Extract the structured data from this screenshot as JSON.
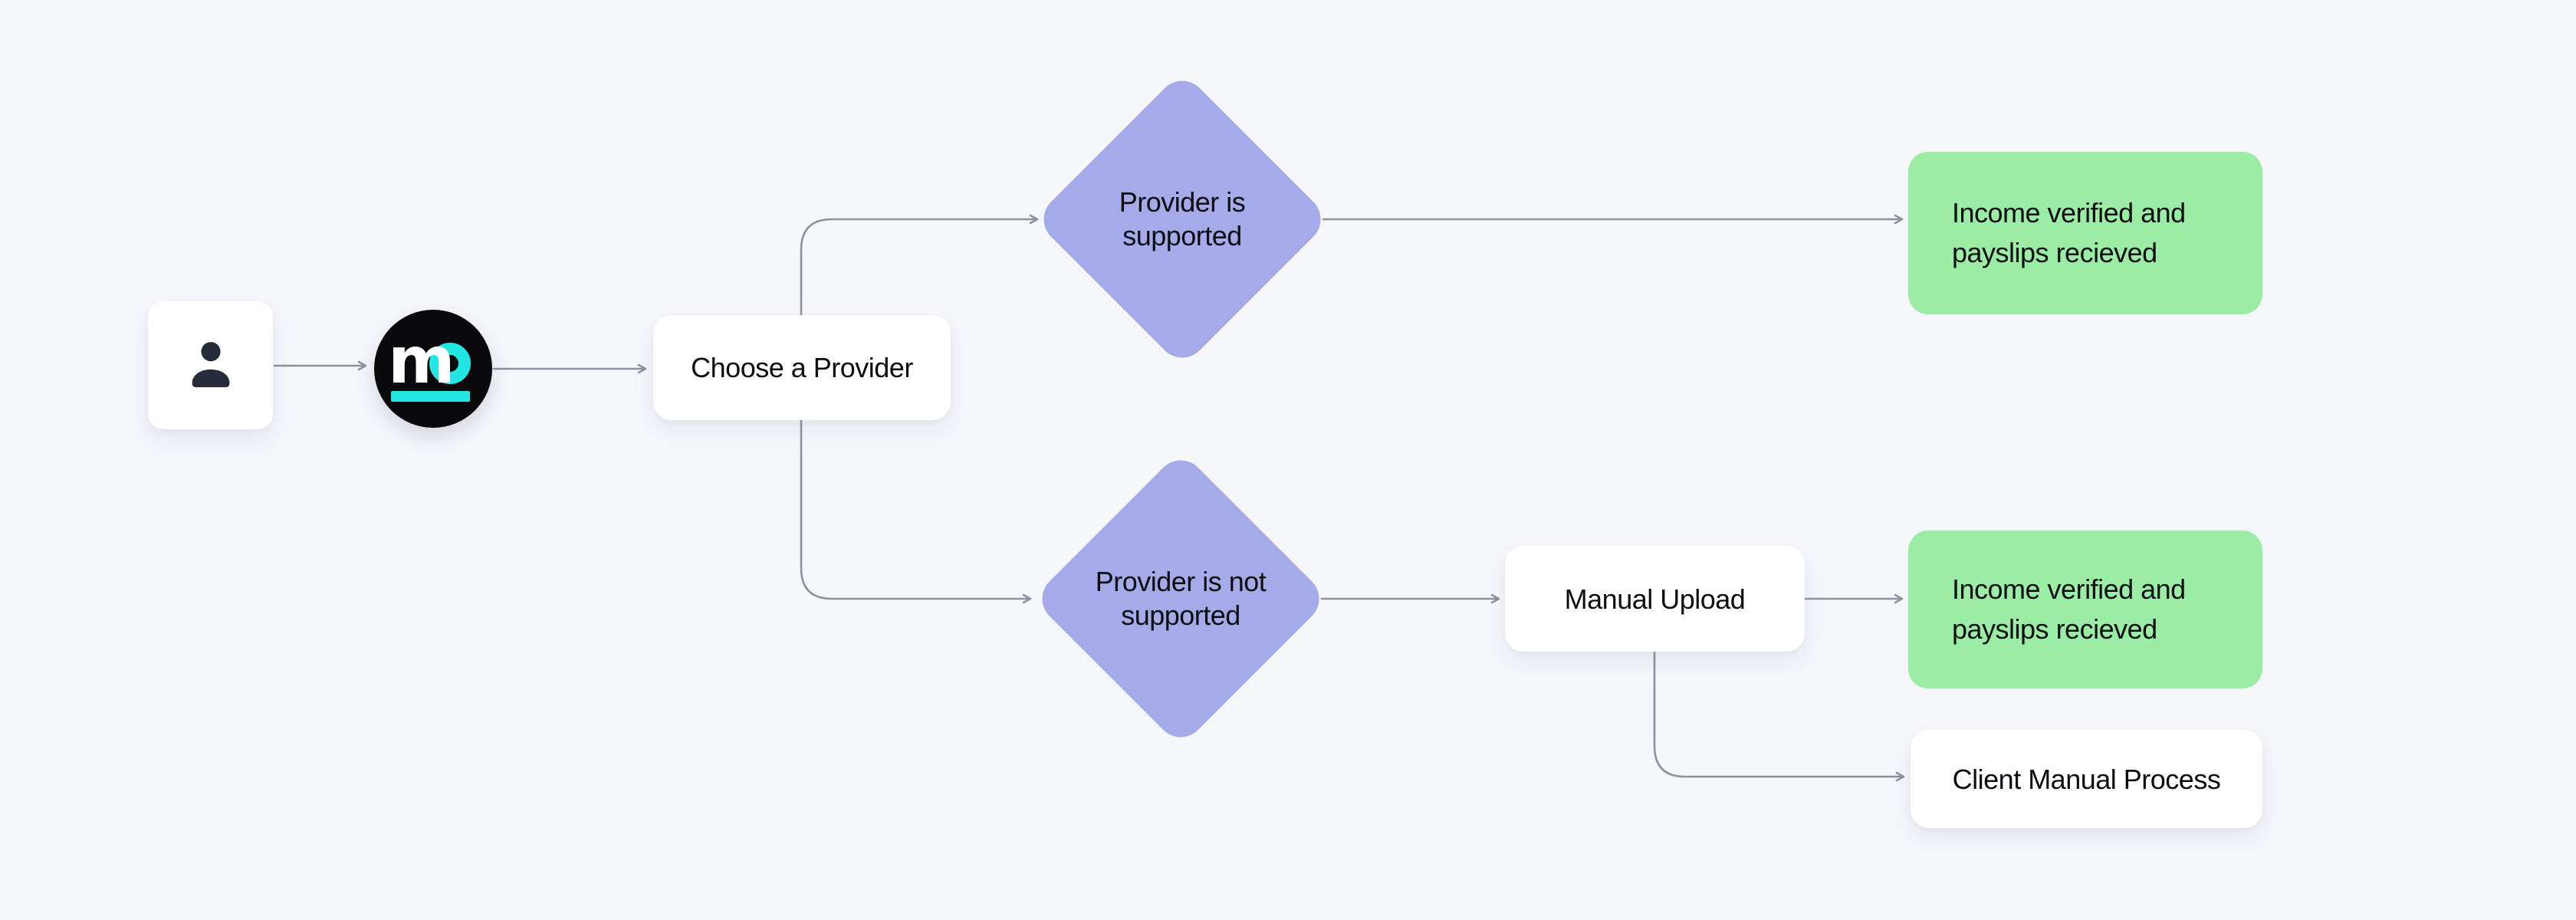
{
  "colors": {
    "background": "#f6f7fb",
    "card_bg": "#ffffff",
    "diamond_bg": "#a5aae9",
    "success_bg": "#9beda5",
    "connector": "#8f929e",
    "text": "#0d0e12",
    "logo_bg": "#0a0a0c",
    "logo_accent": "#21e6e2",
    "logo_letter": "#ffffff",
    "icon": "#262d3a"
  },
  "nodes": {
    "applicant": {
      "type": "icon-card",
      "icon": "person"
    },
    "logo": {
      "type": "logo",
      "text": "m",
      "accent_shape": "o-ring-with-underline"
    },
    "choose_provider": {
      "type": "process",
      "label": "Choose a Provider"
    },
    "provider_supported": {
      "type": "decision",
      "label": "Provider is supported"
    },
    "provider_not_supported": {
      "type": "decision",
      "label": "Provider is not supported"
    },
    "income_verified_top": {
      "type": "outcome",
      "label": "Income verified and payslips recieved"
    },
    "manual_upload": {
      "type": "process",
      "label": "Manual Upload"
    },
    "income_verified_bottom": {
      "type": "outcome",
      "label": "Income verified and payslips recieved"
    },
    "client_manual_process": {
      "type": "process",
      "label": "Client Manual Process"
    }
  },
  "edges": [
    {
      "from": "applicant",
      "to": "logo"
    },
    {
      "from": "logo",
      "to": "choose_provider"
    },
    {
      "from": "choose_provider",
      "to": "provider_supported"
    },
    {
      "from": "choose_provider",
      "to": "provider_not_supported"
    },
    {
      "from": "provider_supported",
      "to": "income_verified_top"
    },
    {
      "from": "provider_not_supported",
      "to": "manual_upload"
    },
    {
      "from": "manual_upload",
      "to": "income_verified_bottom"
    },
    {
      "from": "manual_upload",
      "to": "client_manual_process"
    }
  ]
}
